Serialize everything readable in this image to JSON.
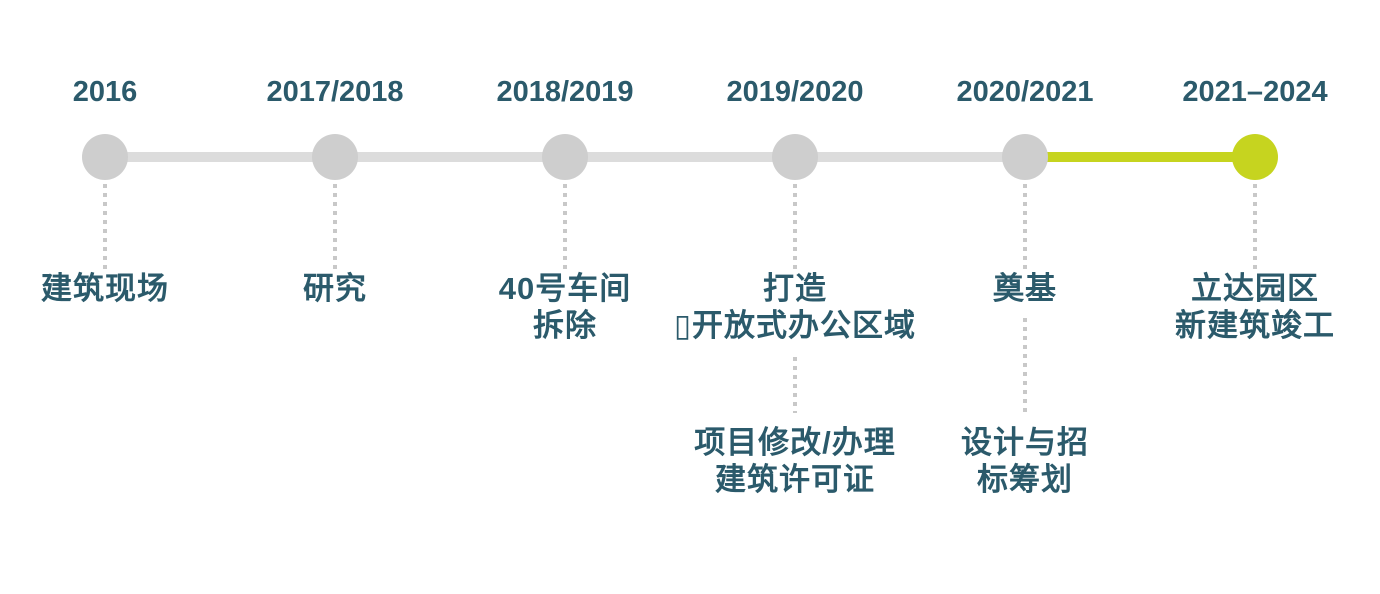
{
  "diagram_type": "horizontal-timeline",
  "colors": {
    "text_teal": "#2b5a6b",
    "track_gray": "#dcdcdc",
    "node_gray": "#cecece",
    "connector_gray": "#c8c8c8",
    "accent_green": "#c6d41f"
  },
  "timeline": {
    "items": [
      {
        "year": "2016",
        "label": "建筑现场"
      },
      {
        "year": "2017/2018",
        "label": "研究"
      },
      {
        "year": "2018/2019",
        "label": "40号车间\n拆除"
      },
      {
        "year": "2019/2020",
        "label": "打造\n▯开放式办公区域",
        "sub_label": "项目修改/办理\n建筑许可证"
      },
      {
        "year": "2020/2021",
        "label": "奠基",
        "sub_label": "设计与招\n标筹划"
      },
      {
        "year": "2021–2024",
        "label": "立达园区\n新建筑竣工"
      }
    ]
  }
}
